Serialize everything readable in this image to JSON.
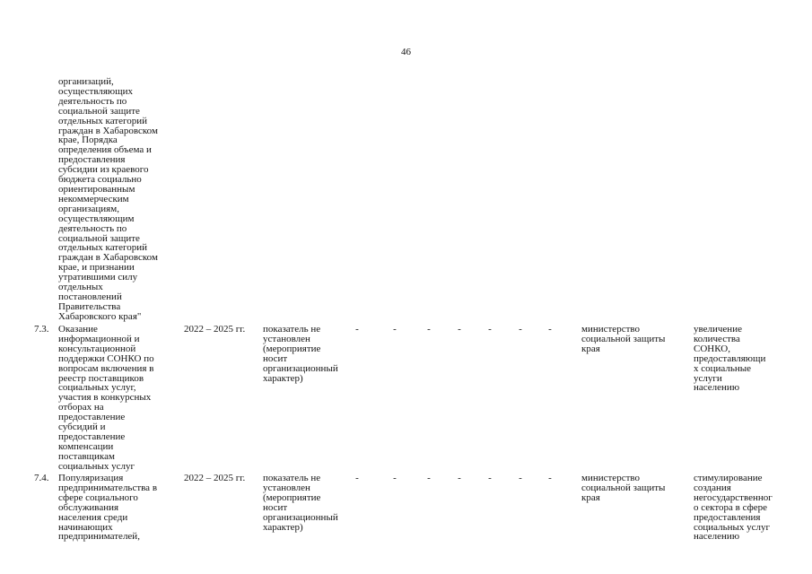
{
  "page": {
    "number": "46"
  },
  "table": {
    "continuation": {
      "activity": "организаций,\nосуществляющих\nдеятельность по\nсоциальной защите\nотдельных категорий\nграждан в Хабаровском\nкрае, Порядка\nопределения объема и\nпредоставления\nсубсидии из краевого\nбюджета социально\nориентированным\nнекоммерческим\nорганизациям,\nосуществляющим\nдеятельность по\nсоциальной защите\nотдельных категорий\nграждан в Хабаровском\nкрае, и признании\nутратившими силу\nотдельных\nпостановлений\nПравительства\nХабаровского края\""
    },
    "rows": [
      {
        "num": "7.3.",
        "activity": "Оказание\nинформационной и\nконсультационной\nподдержки СОНКО по\nвопросам включения в\nреестр поставщиков\nсоциальных услуг,\nучастия в конкурсных\nотборах на\nпредоставление\nсубсидий и\nпредоставление\nкомпенсации\nпоставщикам\nсоциальных услуг",
        "period": "2022 – 2025 гг.",
        "indicator": "показатель не\nустановлен\n(мероприятие\nносит\nорганизационный\nхарактер)",
        "dashes": [
          "-",
          "-",
          "-",
          "-",
          "-",
          "-",
          "-"
        ],
        "executor": "министерство\nсоциальной защиты\nкрая",
        "result": "увеличение\nколичества\nСОНКО,\nпредоставляющи\nх социальные\nуслуги\nнаселению"
      },
      {
        "num": "7.4.",
        "activity": "Популяризация\nпредпринимательства в\nсфере социального\nобслуживания\nнаселения среди\nначинающих\nпредпринимателей,",
        "period": "2022 – 2025 гг.",
        "indicator": "показатель не\nустановлен\n(мероприятие\nносит\nорганизационный\nхарактер)",
        "dashes": [
          "-",
          "-",
          "-",
          "-",
          "-",
          "-",
          "-"
        ],
        "executor": "министерство\nсоциальной защиты\nкрая",
        "result": "стимулирование\nсоздания\nнегосударственног\nо сектора в сфере\nпредоставления\nсоциальных услуг\nнаселению"
      }
    ]
  }
}
